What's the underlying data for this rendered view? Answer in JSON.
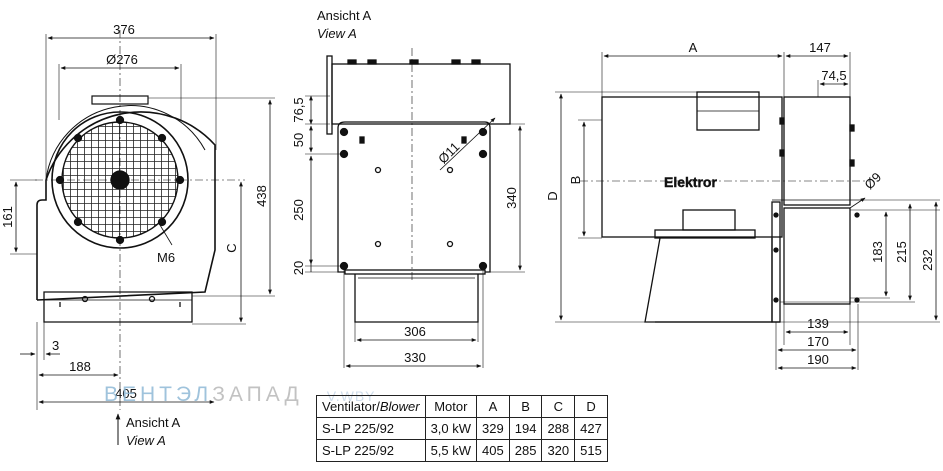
{
  "view_a_title": {
    "de": "Ansicht A",
    "en": "View A"
  },
  "arrow_label": {
    "de": "Ansicht A",
    "en": "View A"
  },
  "front_dims": {
    "d376": "376",
    "d276": "Ø276",
    "d438": "438",
    "d161": "161",
    "m6": "M6",
    "c": "C",
    "d3": "3",
    "d188": "188",
    "d405": "405"
  },
  "mid_dims": {
    "d76_5": "76,5",
    "d50": "50",
    "d250": "250",
    "d20": "20",
    "d340": "340",
    "d11": "Ø11",
    "d306": "306",
    "d330": "330"
  },
  "side_dims": {
    "a": "A",
    "d147": "147",
    "d74_5": "74,5",
    "b": "B",
    "d": "D",
    "d9": "Ø9",
    "d183": "183",
    "d215": "215",
    "d232": "232",
    "d139": "139",
    "d170": "170",
    "d190": "190"
  },
  "brand": "Elektror",
  "watermark": {
    "part1": "ВЕНТ",
    "part2": "ЭЛ",
    "part3": "ЗАПАД",
    "part4": "V.WBY"
  },
  "table": {
    "headers": [
      "Ventilator/",
      "Blower",
      "Motor",
      "A",
      "B",
      "C",
      "D"
    ],
    "rows": [
      [
        "S-LP 225/92",
        "3,0 kW",
        "329",
        "194",
        "288",
        "427"
      ],
      [
        "S-LP 225/92",
        "5,5 kW",
        "405",
        "285",
        "320",
        "515"
      ]
    ]
  }
}
